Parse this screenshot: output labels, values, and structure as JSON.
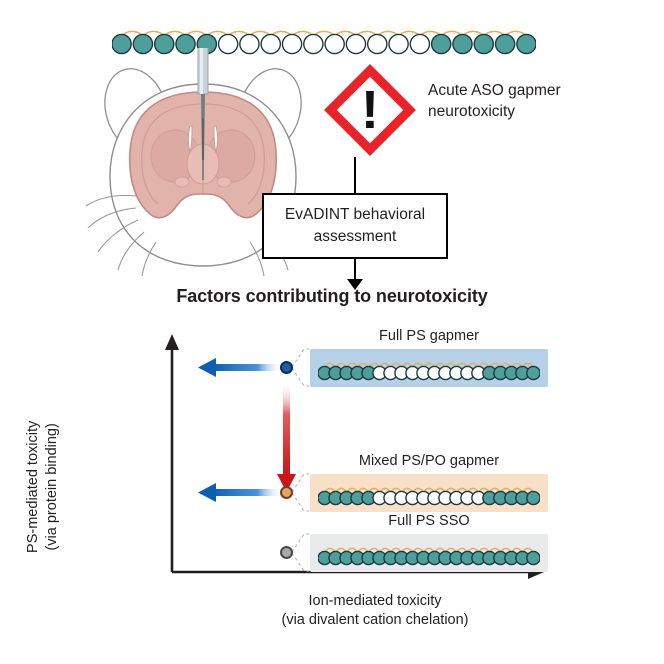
{
  "figure": {
    "title": "Factors contributing to neurotoxicity"
  },
  "top_panel": {
    "aso_strand": {
      "name": "full-ps-gapmer-strand",
      "total_nucleotides": 20,
      "wing_5_count": 5,
      "gap_count": 10,
      "wing_3_count": 5,
      "wing_color": "#4e9f9c",
      "gap_color": "#ffffff",
      "outline_color": "#1b3a3f",
      "backbone_color": "#e3b05a"
    },
    "mouse": {
      "name": "mouse-head-with-brain-section",
      "brain_color": "#e2b3ab",
      "brain_outline": "#b9837c",
      "head_outline": "#8a8a8a",
      "needle_color": "#b9c4c9"
    },
    "hazard": {
      "icon_name": "exclamation-hazard-icon",
      "border_color": "#e8232a",
      "glyph": "!",
      "label_line1": "Acute ASO gapmer",
      "label_line2": "neurotoxicity"
    },
    "assessment_box": {
      "line1": "EvADINT behavioral",
      "line2": "assessment"
    }
  },
  "chart_data": {
    "type": "scatter",
    "title": "Factors contributing to neurotoxicity",
    "xlabel": "Ion-mediated toxicity",
    "xlabel_sub": "(via divalent cation chelation)",
    "ylabel": "PS-mediated toxicity",
    "ylabel_sub": "(via protein binding)",
    "xlim": [
      0,
      1
    ],
    "ylim": [
      0,
      1
    ],
    "grid": false,
    "axis_ticks": false,
    "legend": "none",
    "axis_color": "#231f20",
    "points": [
      {
        "label": "Full PS gapmer",
        "x": 0.18,
        "y": 0.86,
        "marker_color": "#1a5fa8",
        "marker_outline": "#0d2d52",
        "band_color": "#b6d0e8",
        "strand": {
          "total_nucleotides": 20,
          "wing_5_count": 5,
          "gap_count": 10,
          "wing_3_count": 5,
          "wing_color": "#4e9f9c",
          "gap_color": "#ffffff",
          "backbone_color": "#e3b05a"
        }
      },
      {
        "label": "Mixed PS/PO gapmer",
        "x": 0.18,
        "y": 0.37,
        "marker_color": "#e8a26a",
        "marker_outline": "#7a3f18",
        "band_color": "#fae0c8",
        "strand": {
          "total_nucleotides": 20,
          "wing_5_count": 5,
          "gap_count": 10,
          "wing_3_count": 5,
          "wing_color": "#4e9f9c",
          "gap_color": "#ffffff",
          "backbone_color": "#e3b05a"
        }
      },
      {
        "label": "Full PS SSO",
        "x": 0.18,
        "y": 0.115,
        "marker_color": "#a8a8a8",
        "marker_outline": "#4a4a4a",
        "band_color": "#e9eaec",
        "strand": {
          "total_nucleotides": 20,
          "wing_5_count": 20,
          "gap_count": 0,
          "wing_3_count": 0,
          "wing_color": "#4e9f9c",
          "gap_color": "#4e9f9c",
          "backbone_color": "#e3b05a"
        }
      }
    ],
    "annotations": [
      {
        "name": "arrow-reduce-ion-toxicity-top",
        "type": "arrow",
        "direction": "left",
        "color": "#1a6fc4",
        "from_point": "Full PS gapmer"
      },
      {
        "name": "arrow-reduce-ps-toxicity",
        "type": "arrow",
        "direction": "down",
        "color": "#d12027",
        "from_point": "Full PS gapmer",
        "to_point": "Mixed PS/PO gapmer"
      },
      {
        "name": "arrow-reduce-ion-toxicity-middle",
        "type": "arrow",
        "direction": "left",
        "color": "#1a6fc4",
        "from_point": "Mixed PS/PO gapmer"
      }
    ]
  }
}
